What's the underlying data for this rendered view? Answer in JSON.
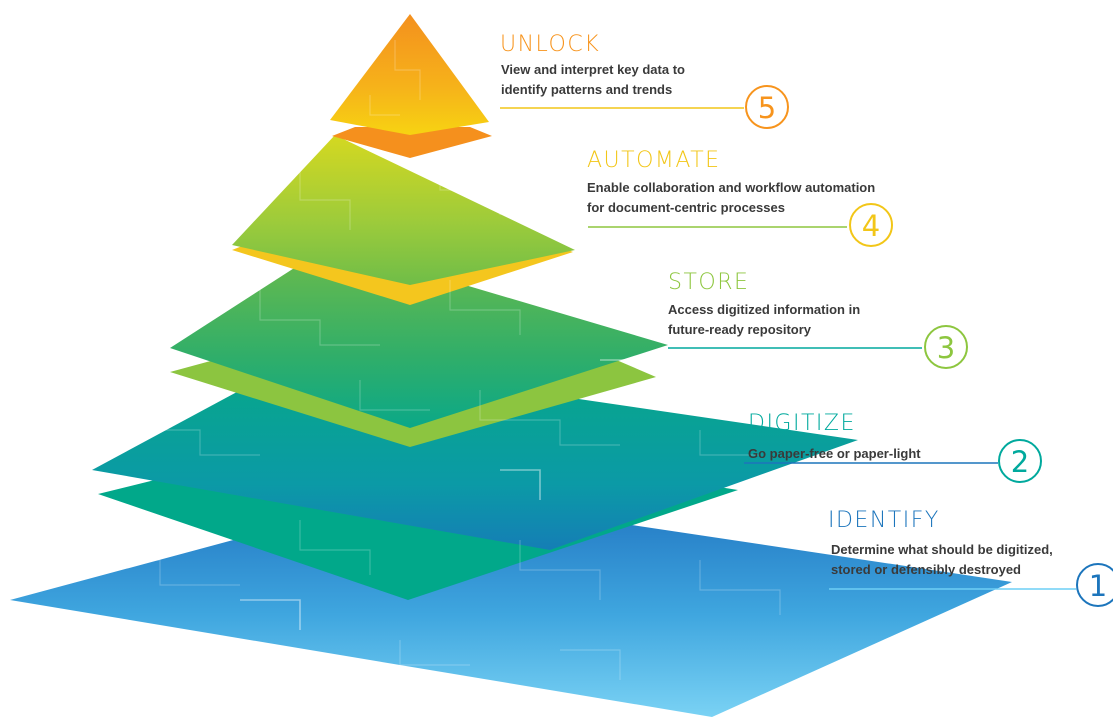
{
  "colors": {
    "orange": "#f7941d",
    "yellow": "#f2c618",
    "light_green": "#8dc63f",
    "teal": "#00a99d",
    "blue": "#1c75bc",
    "sky_blue": "#6dcff6"
  },
  "levels": [
    {
      "number": "5",
      "title": "UNLOCK",
      "description": "View and interpret key data to\nidentify patterns and trends",
      "title_color": "#f7941d",
      "number_color": "#f7941d",
      "line_color": "#f2c618"
    },
    {
      "number": "4",
      "title": "AUTOMATE",
      "description": "Enable collaboration and workflow automation\nfor document-centric processes",
      "title_color": "#f2c618",
      "number_color": "#f2c618",
      "line_color": "#8dc63f"
    },
    {
      "number": "3",
      "title": "STORE",
      "description": "Access digitized information in\nfuture-ready repository",
      "title_color": "#8dc63f",
      "number_color": "#8dc63f",
      "line_color": "#00a99d"
    },
    {
      "number": "2",
      "title": "DIGITIZE",
      "description": "Go paper-free or paper-light",
      "title_color": "#00a99d",
      "number_color": "#00a99d",
      "line_color": "#1c75bc"
    },
    {
      "number": "1",
      "title": "IDENTIFY",
      "description": "Determine what should be digitized,\nstored or defensibly destroyed",
      "title_color": "#1c75bc",
      "number_color": "#1c75bc",
      "line_color": "#6dcff6"
    }
  ]
}
